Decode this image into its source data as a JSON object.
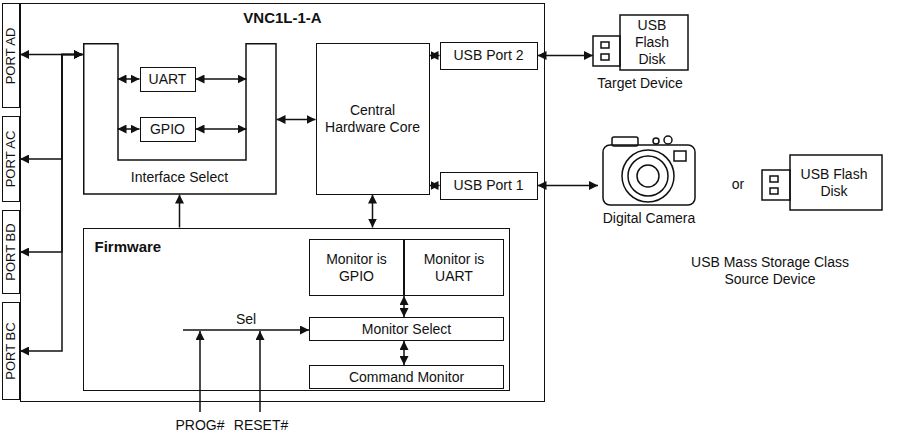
{
  "diagram": {
    "nodes": [
      {
        "text": [
          "VNC1L-1-A"
        ]
      },
      {
        "text": [
          "PORT AD"
        ]
      },
      {
        "text": [
          "PORT AC"
        ]
      },
      {
        "text": [
          "PORT BD"
        ]
      },
      {
        "text": [
          "PORT BC"
        ]
      },
      {
        "text": [
          "Interface Select"
        ],
        "in": 0
      },
      {
        "text": [
          "UART"
        ],
        "in": 5
      },
      {
        "text": [
          "GPIO"
        ],
        "in": 5
      },
      {
        "text": [
          "Central Hardware Core"
        ],
        "in": 0
      },
      {
        "text": [
          "USB Port 2"
        ],
        "in": 0
      },
      {
        "text": [
          "USB Port 1"
        ],
        "in": 0
      },
      {
        "text": [
          "Firmware"
        ],
        "in": 0
      },
      {
        "text": [
          "Monitor is GPIO"
        ],
        "in": 11
      },
      {
        "text": [
          "Monitor is UART"
        ],
        "in": 11
      },
      {
        "text": [
          "Monitor Select"
        ],
        "in": 11
      },
      {
        "text": [
          "Command Monitor"
        ],
        "in": 11
      },
      {
        "text": [
          "USB Flash Disk"
        ]
      },
      {
        "text": [
          "Digital Camera"
        ]
      },
      {
        "text": [
          "USB Flash Disk"
        ]
      }
    ],
    "edges": [
      {
        "from": 1,
        "to": 5,
        "arrow": "both"
      },
      {
        "from": 2,
        "to": 5,
        "arrow": "both"
      },
      {
        "from": 3,
        "to": 5,
        "arrow": "both"
      },
      {
        "from": 4,
        "to": 5,
        "arrow": "both"
      },
      {
        "from": 6,
        "to": 5,
        "arrow": "both"
      },
      {
        "from": 6,
        "to": 5,
        "arrow": "both"
      },
      {
        "from": 7,
        "to": 5,
        "arrow": "both"
      },
      {
        "from": 7,
        "to": 5,
        "arrow": "both"
      },
      {
        "from": 5,
        "to": 8,
        "arrow": "both"
      },
      {
        "from": 8,
        "to": 9,
        "arrow": "both"
      },
      {
        "from": 8,
        "to": 10,
        "arrow": "both"
      },
      {
        "from": 9,
        "to": 16,
        "arrow": "both"
      },
      {
        "from": 10,
        "to": 17,
        "arrow": "both"
      },
      {
        "from": 8,
        "to": 11,
        "arrow": "both"
      },
      {
        "from": 11,
        "to": 5,
        "arrow": "to"
      },
      {
        "from": 12,
        "to": 14,
        "arrow": "both"
      },
      {
        "from": 14,
        "to": 15,
        "arrow": "both"
      }
    ],
    "labels": [
      "Target Device",
      "or",
      "USB Mass Storage Class Source Device",
      "Sel",
      "PROG#",
      "RESET#"
    ]
  }
}
